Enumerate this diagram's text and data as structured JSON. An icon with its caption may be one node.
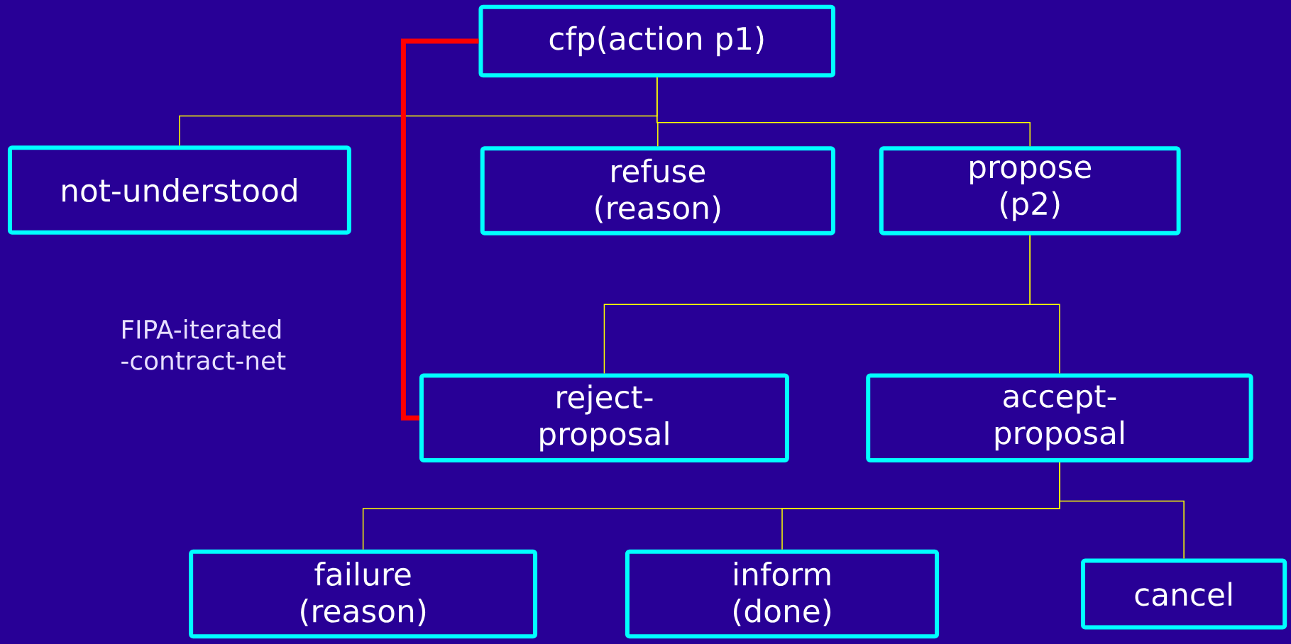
{
  "diagram": {
    "nodes": [
      {
        "text": [
          "cfp(action p1)"
        ]
      },
      {
        "text": [
          "not-understood"
        ]
      },
      {
        "text": [
          "refuse (reason)"
        ]
      },
      {
        "text": [
          "propose (p2)"
        ]
      },
      {
        "text": [
          "reject-proposal"
        ]
      },
      {
        "text": [
          "accept-proposal"
        ]
      },
      {
        "text": [
          "failure (reason)"
        ]
      },
      {
        "text": [
          "inform (done)"
        ]
      },
      {
        "text": [
          "cancel"
        ]
      }
    ],
    "edges": [
      {
        "from": 0,
        "to": 1,
        "arrow": "none"
      },
      {
        "from": 0,
        "to": 2,
        "arrow": "none"
      },
      {
        "from": 0,
        "to": 3,
        "arrow": "none"
      },
      {
        "from": 3,
        "to": 4,
        "arrow": "none"
      },
      {
        "from": 3,
        "to": 5,
        "arrow": "none"
      },
      {
        "from": 5,
        "to": 6,
        "arrow": "none"
      },
      {
        "from": 5,
        "to": 7,
        "arrow": "none"
      },
      {
        "from": 5,
        "to": 8,
        "arrow": "none"
      },
      {
        "from": 0,
        "to": 4,
        "arrow": "none",
        "style": "thick",
        "color": "#ff0000"
      }
    ],
    "labels": [
      "FIPA-iterated -contract-net"
    ]
  }
}
